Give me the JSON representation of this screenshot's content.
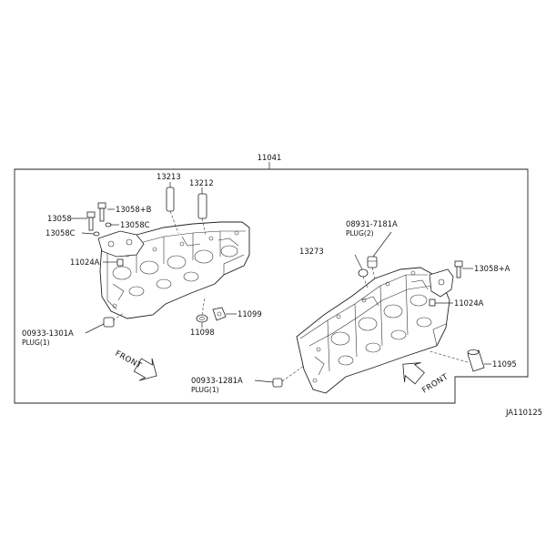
{
  "assembly_number": "11041",
  "diagram_code": "JA110125",
  "parts": {
    "p13213": "13213",
    "p13212": "13212",
    "p13058": "13058",
    "p13058_b": "13058+B",
    "p13058c_right": "13058C",
    "p13058c_left": "13058C",
    "p11024a_left": "11024A",
    "p00933_1301a": "00933-1301A",
    "plug1_left": "PLUG(1)",
    "p11099": "11099",
    "p11098": "11098",
    "p08931_7181a": "08931-7181A",
    "plug2": "PLUG(2)",
    "p13273": "13273",
    "p13058_a": "13058+A",
    "p11024a_right": "11024A",
    "p11095": "11095",
    "p00933_1281a": "00933-1281A",
    "plug1_right": "PLUG(1)"
  },
  "front_left": "FRONT",
  "front_right": "FRONT"
}
